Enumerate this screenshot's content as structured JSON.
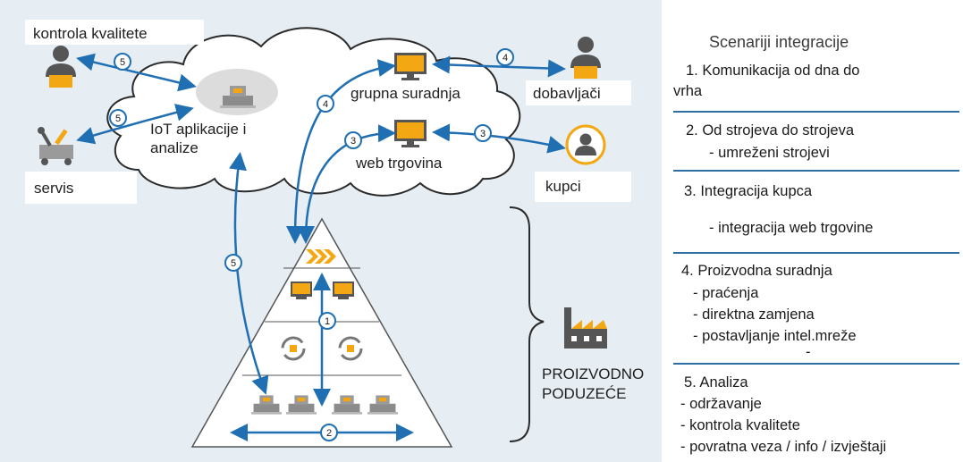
{
  "diagram": {
    "labels": {
      "quality_control": "kontrola kvalitete",
      "service": "servis",
      "iot": "IoT aplikacije i analize",
      "collaboration": "grupna suradnja",
      "webshop": "web trgovina",
      "suppliers": "dobavljači",
      "customers": "kupci",
      "enterprise": "PROIZVODNO PODUZEĆE"
    },
    "badges": {
      "b5a": "5",
      "b5b": "5",
      "b4a": "4",
      "b4b": "4",
      "b3a": "3",
      "b3b": "3",
      "b5c": "5",
      "b1": "1",
      "b2": "2"
    },
    "colors": {
      "arrow": "#1f6fb2",
      "panel_background": "#e6edf3",
      "screen": "#f3a712",
      "person": "#555555"
    },
    "icons": [
      "person-icon",
      "wrench-icon",
      "cloud-shape",
      "factory-icon",
      "monitor-icon",
      "machine-icon",
      "cycle-icon",
      "chevrons-icon",
      "pyramid-shape",
      "brace-icon"
    ]
  },
  "panel": {
    "title": "Scenariji integracije",
    "s1_line1": "1. Komunikacija od dna do",
    "s1_line2": "vrha",
    "s2_title": "2. Od strojeva do strojeva",
    "s2_sub": "- umreženi strojevi",
    "s3_title": "3. Integracija kupca",
    "s3_sub": "- integracija web trgovine",
    "s4_title": "4. Proizvodna suradnja",
    "s4_sub1": "- praćenja",
    "s4_sub2": "- direktna zamjena",
    "s4_sub3": "- postavljanje intel.mreže",
    "s4_mark": "-",
    "s5_title": "5. Analiza",
    "s5_sub1": "- održavanje",
    "s5_sub2": "- kontrola kvalitete",
    "s5_sub3": "- povratna veza / info / izvještaji"
  }
}
